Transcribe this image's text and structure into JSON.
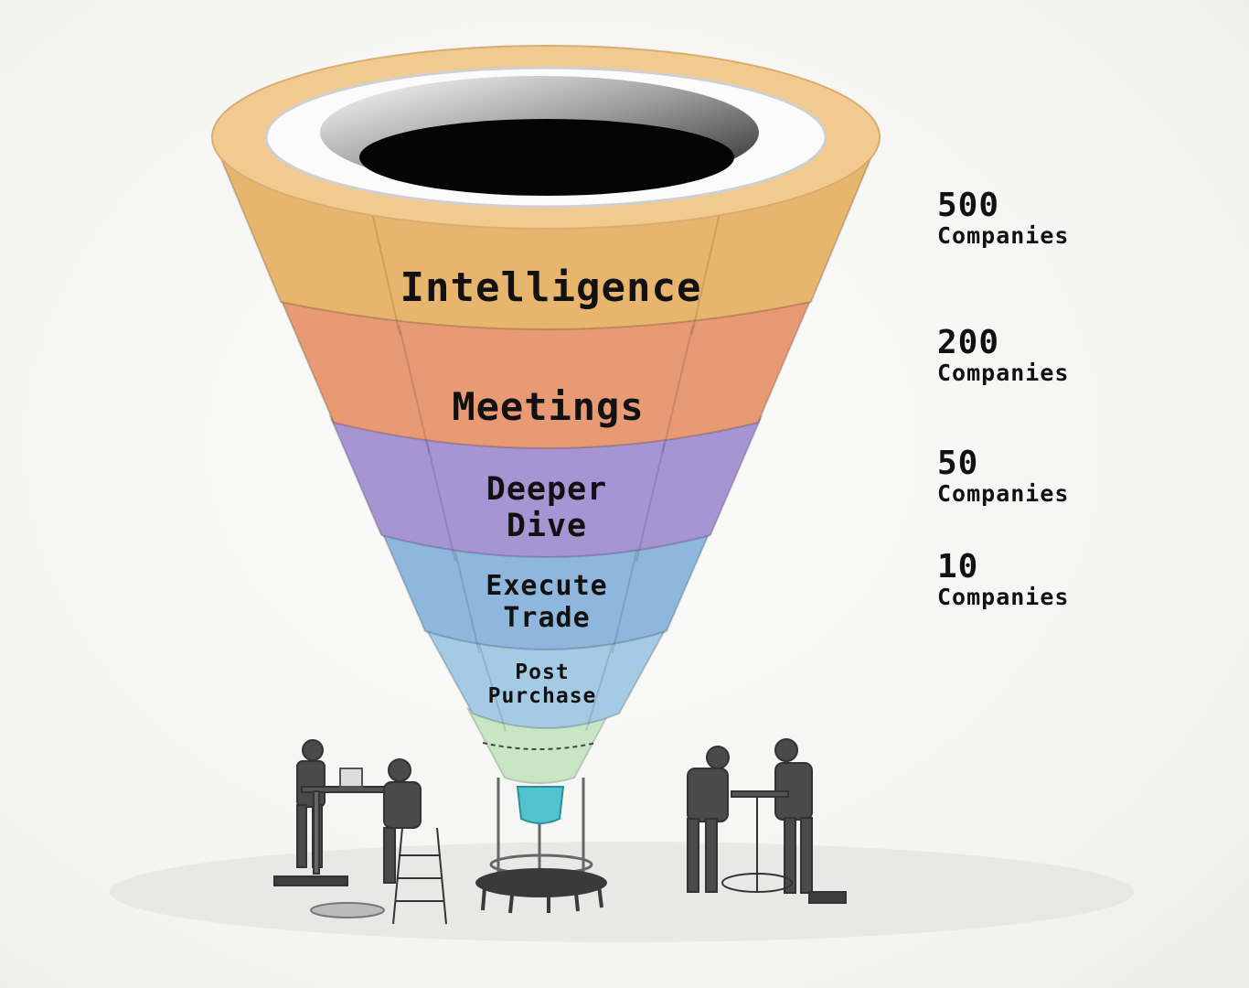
{
  "stages": [
    {
      "label": "Intelligence",
      "color": "#e8b56e"
    },
    {
      "label": "Meetings",
      "color": "#e79a74"
    },
    {
      "label": "Deeper\nDive",
      "color": "#a794d3"
    },
    {
      "label": "Execute\nTrade",
      "color": "#8fb6dc"
    },
    {
      "label": "Post\nPurchase",
      "color": "#a5cbe4"
    }
  ],
  "counts": [
    {
      "value": "500",
      "unit": "Companies"
    },
    {
      "value": "200",
      "unit": "Companies"
    },
    {
      "value": "50",
      "unit": "Companies"
    },
    {
      "value": "10",
      "unit": "Companies"
    }
  ],
  "colors": {
    "spout": "#c9e6c4",
    "nozzle": "#4fc4cf",
    "figures": "#4a4a4a"
  }
}
